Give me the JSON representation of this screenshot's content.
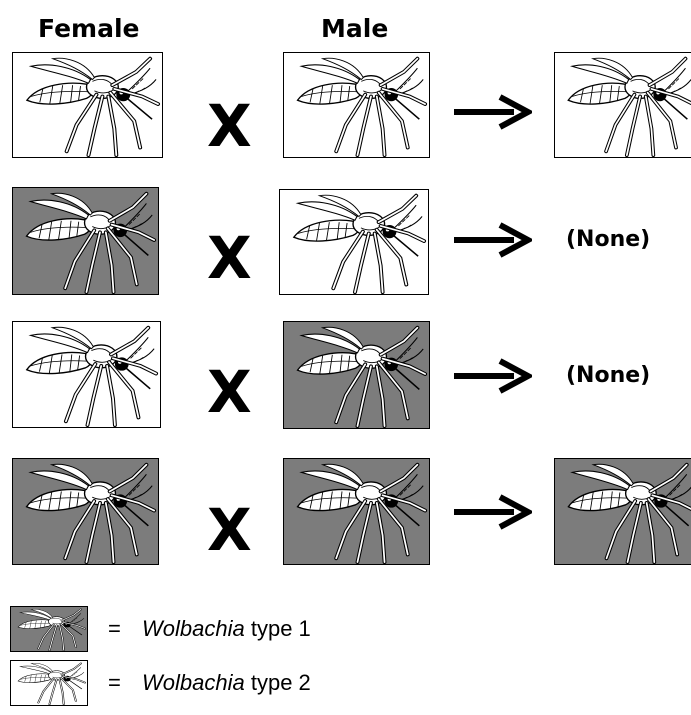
{
  "headers": {
    "female": "Female",
    "male": "Male"
  },
  "cross_symbol": "X",
  "rows": [
    {
      "female": "wolbachia-type-2",
      "male": "wolbachia-type-2",
      "offspring": "wolbachia-type-2",
      "offspring_text": ""
    },
    {
      "female": "wolbachia-type-1",
      "male": "wolbachia-type-2",
      "offspring": "none",
      "offspring_text": "(None)"
    },
    {
      "female": "wolbachia-type-2",
      "male": "wolbachia-type-1",
      "offspring": "none",
      "offspring_text": "(None)"
    },
    {
      "female": "wolbachia-type-1",
      "male": "wolbachia-type-1",
      "offspring": "wolbachia-type-1",
      "offspring_text": ""
    }
  ],
  "legend": [
    {
      "symbol": "=",
      "organism": "Wolbachia",
      "type_label": "type 1",
      "fill": "grey"
    },
    {
      "symbol": "=",
      "organism": "Wolbachia",
      "type_label": "type 2",
      "fill": "white"
    }
  ],
  "colors": {
    "type1_fill": "#7c7c7c",
    "type2_fill": "#ffffff",
    "ink": "#000000"
  },
  "icons": {
    "mosquito": "mosquito-icon",
    "arrow": "arrow-right-icon"
  }
}
